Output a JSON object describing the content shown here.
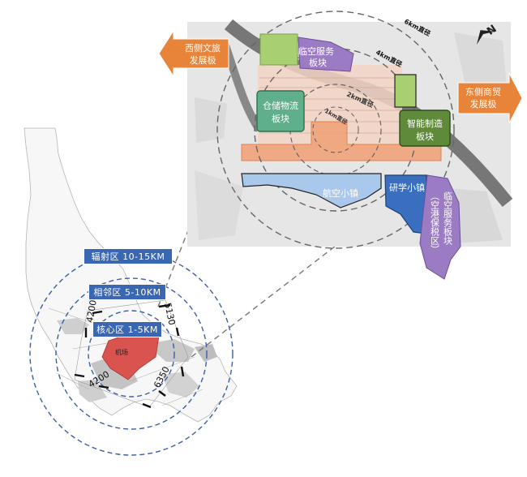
{
  "rings": {
    "radiating": "辐射区  10-15KM",
    "adjacent": "相邻区  5-10KM",
    "core": "核心区  1-5KM"
  },
  "dimensions": {
    "top_left": "4200",
    "top_right": "5130",
    "bottom_left": "4200",
    "bottom_right": "6350"
  },
  "airport_label": "机场",
  "radii": {
    "r6": "6km直径",
    "r4": "4km直径",
    "r2": "2km直径",
    "r1": "1km直径"
  },
  "blocks": {
    "aviation_service_top": [
      "临空服务",
      "板块"
    ],
    "warehouse": [
      "仓储物流",
      "板块"
    ],
    "smart_mfg": [
      "智能制造",
      "板块"
    ],
    "aviation_town": "航空小镇",
    "research_town": "研学小镇",
    "aviation_service_bonded": [
      "临空服务板块",
      "（空港保税区）"
    ]
  },
  "arrows": {
    "west": [
      "西侧文旅",
      "发展极"
    ],
    "east": [
      "东侧商贸",
      "发展极"
    ]
  },
  "compass": "N",
  "colors": {
    "zone_label_bg": "#3a67b1",
    "arrow_orange": "#e8843a",
    "airport_red": "#d9534f",
    "warehouse_green": "#5fb08a",
    "smart_mfg_green": "#5e8a3a",
    "aviation_purple": "#9b7bc4",
    "town_blue": "#7aa6dc",
    "research_blue": "#3a6fc0"
  }
}
